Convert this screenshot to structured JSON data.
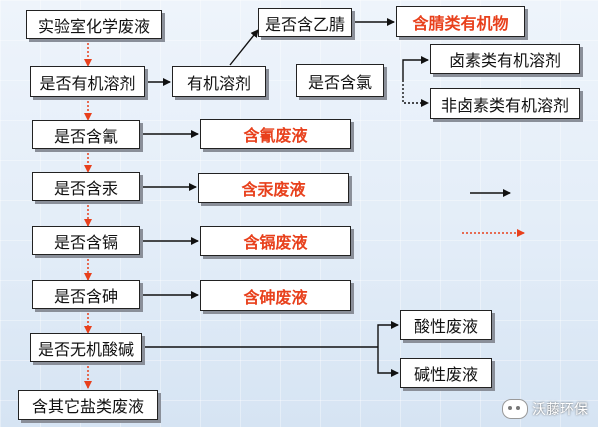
{
  "nodes": {
    "lab_waste": "实验室化学废液",
    "has_organic_solvent": "是否有机溶剂",
    "organic_solvent": "有机溶剂",
    "has_acetonitrile": "是否含乙腈",
    "contains_nitrile": "含腈类有机物",
    "has_chlorine": "是否含氯",
    "halogenated": "卤素类有机溶剂",
    "non_halogenated": "非卤素类有机溶剂",
    "has_cyanide": "是否含氰",
    "cyanide_waste": "含氰废液",
    "has_mercury": "是否含汞",
    "mercury_waste": "含汞废液",
    "has_cadmium": "是否含镉",
    "cadmium_waste": "含镉废液",
    "has_arsenic": "是否含砷",
    "arsenic_waste": "含砷废液",
    "has_inorganic_acid_base": "是否无机酸碱",
    "acid_waste": "酸性废液",
    "alkaline_waste": "碱性废液",
    "other_salt_waste": "含其它盐类废液"
  },
  "watermark": "沃藤环保",
  "colors": {
    "red": "#e8401c",
    "line": "#111111"
  }
}
